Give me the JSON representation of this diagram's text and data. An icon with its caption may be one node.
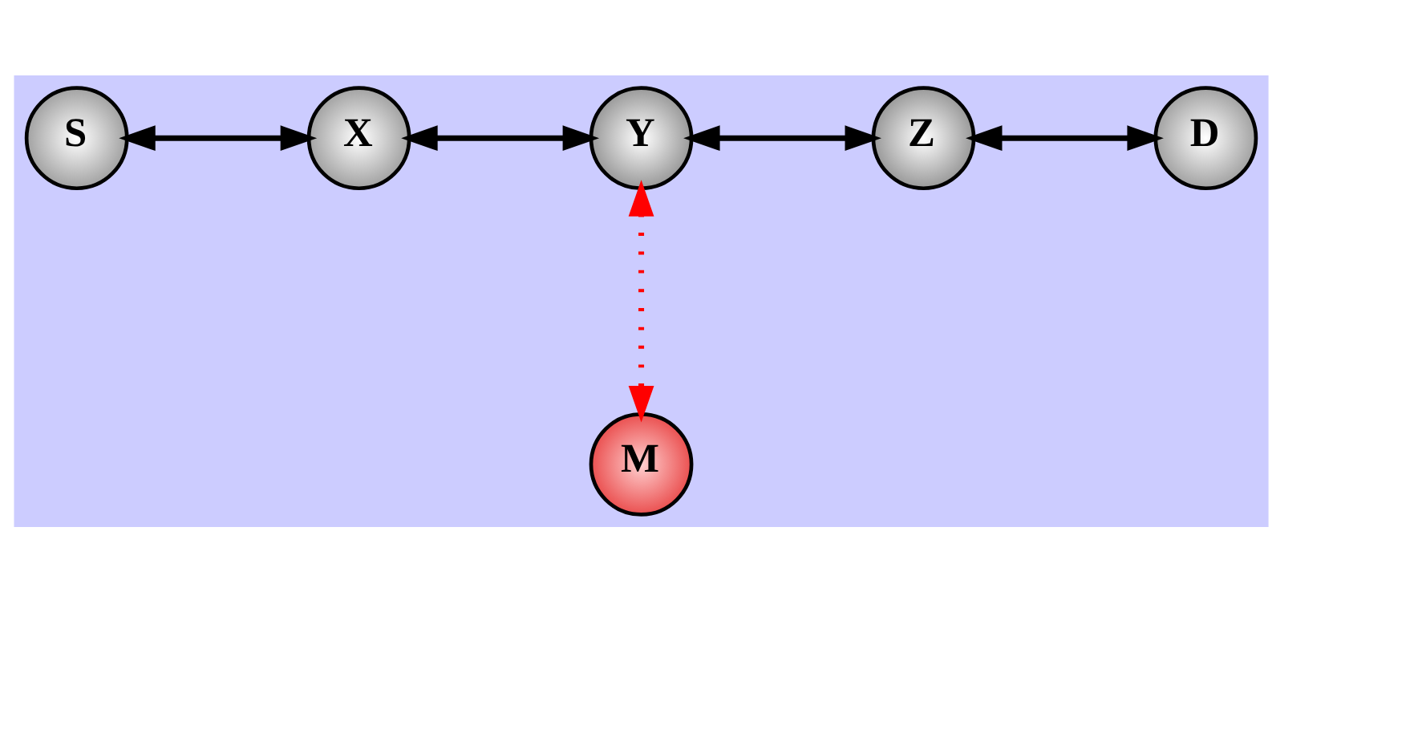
{
  "diagram": {
    "nodes": [
      {
        "text": [
          "S"
        ]
      },
      {
        "text": [
          "X"
        ]
      },
      {
        "text": [
          "Y"
        ]
      },
      {
        "text": [
          "Z"
        ]
      },
      {
        "text": [
          "D"
        ]
      },
      {
        "text": [
          "M"
        ]
      }
    ],
    "edges": [
      {
        "from": 0,
        "to": 1,
        "arrow": "both"
      },
      {
        "from": 1,
        "to": 2,
        "arrow": "both"
      },
      {
        "from": 2,
        "to": 3,
        "arrow": "both"
      },
      {
        "from": 3,
        "to": 4,
        "arrow": "both"
      },
      {
        "from": 2,
        "to": 5,
        "arrow": "both",
        "style": "dashed",
        "color": "#ff0000"
      }
    ]
  }
}
